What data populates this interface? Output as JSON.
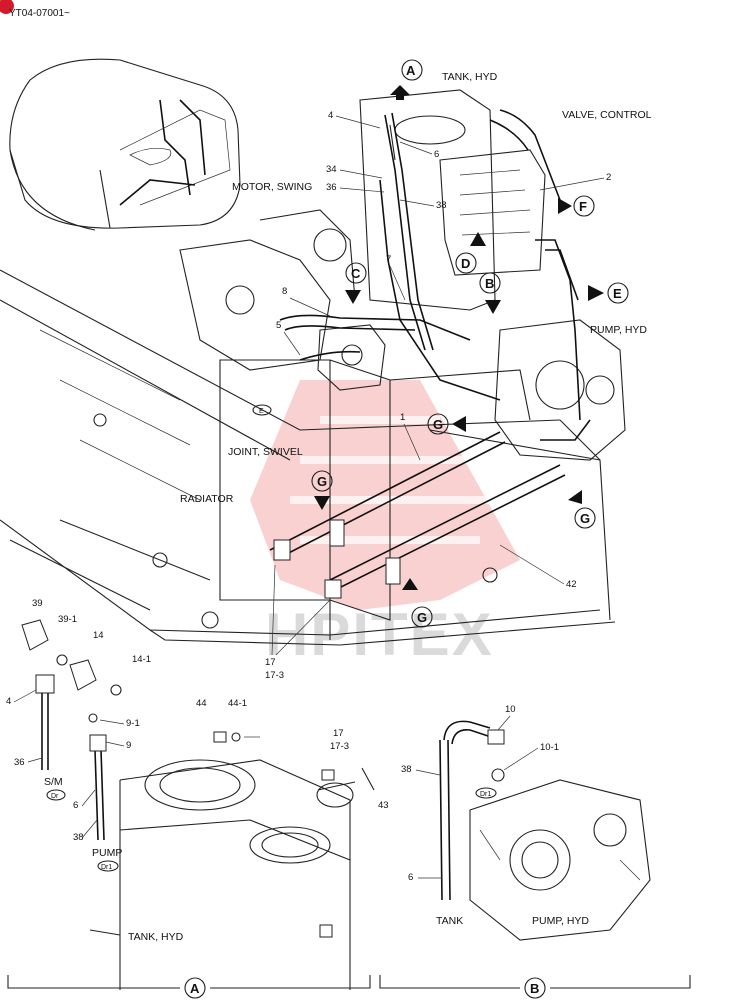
{
  "header": {
    "doc_code": "YT04-07001~"
  },
  "callouts": [
    "A",
    "B",
    "C",
    "D",
    "E",
    "F",
    "G"
  ],
  "labels": {
    "tank_hyd_top": "TANK, HYD",
    "valve_control": "VALVE, CONTROL",
    "motor_swing": "MOTOR, SWING",
    "pump_hyd": "PUMP, HYD",
    "joint_swivel": "JOINT, SWIVEL",
    "radiator": "RADIATOR",
    "sm": "S/M",
    "pump": "PUMP",
    "tank_hyd_bottom": "TANK, HYD",
    "tank": "TANK",
    "pump_hyd_b": "PUMP, HYD"
  },
  "small_tags": {
    "dr": "Dr",
    "dr1": "Dr1",
    "dr1_b": "Dr1",
    "e_tag": "E"
  },
  "part_numbers": {
    "p4": "4",
    "p6": "6",
    "p34": "34",
    "p36": "36",
    "p38": "38",
    "p2": "2",
    "p7": "7",
    "p8": "8",
    "p5": "5",
    "p1": "1",
    "p42": "42",
    "p17": "17",
    "p17_3": "17-3",
    "d39": "39",
    "d39_1": "39-1",
    "d14": "14",
    "d14_1": "14-1",
    "d4": "4",
    "d9_1": "9-1",
    "d9": "9",
    "d36": "36",
    "d6": "6",
    "d38": "38",
    "d44": "44",
    "d44_1": "44-1",
    "d17": "17",
    "d17_3": "17-3",
    "d43": "43",
    "b10": "10",
    "b10_1": "10-1",
    "b38": "38",
    "b6": "6"
  },
  "watermark": "HPITEX",
  "footer": {
    "section_a": "A",
    "section_b": "B"
  },
  "colors": {
    "badge": "#d41b2c",
    "watermark": "#e85a5a",
    "line": "#222222"
  }
}
